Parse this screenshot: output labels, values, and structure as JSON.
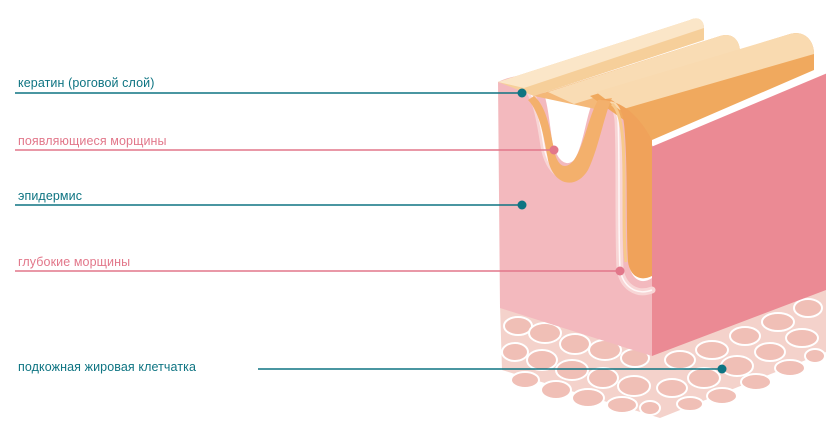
{
  "labels": {
    "keratin": "кератин (роговой слой)",
    "emerging_wrinkles": "появляющиеся морщины",
    "epidermis": "эпидермис",
    "deep_wrinkles": "глубокие морщины",
    "subcutaneous_fat": "подкожная жировая клетчатка"
  },
  "colors": {
    "teal": "#0e7482",
    "pink_line": "#e2778a",
    "epidermis": "#f3b9be",
    "dermis_side": "#eb8a94",
    "keratin_top": "#f8d9b0",
    "keratin_shadow": "#f0a95e",
    "fat": "#f4d2cb",
    "fat_outline": "#ffffff"
  }
}
